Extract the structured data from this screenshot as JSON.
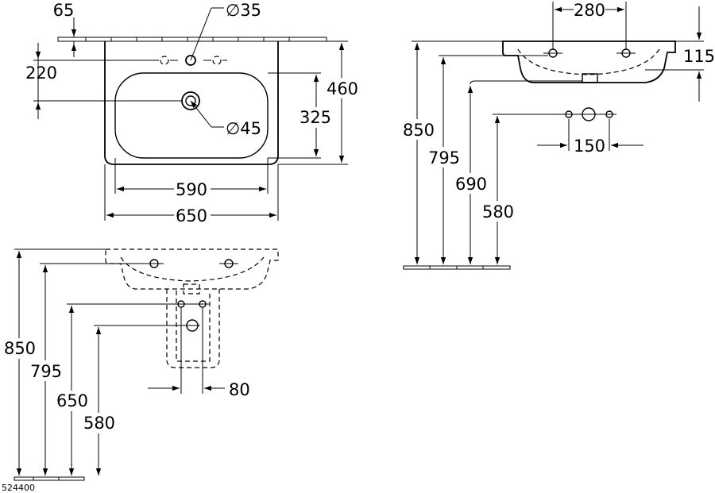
{
  "drawing": {
    "code": "524400",
    "top_view": {
      "tap_hole_offset": "65",
      "tap_hole_diameter": "∅35",
      "waste_diameter": "∅45",
      "tap_to_waste": "220",
      "depth_total": "460",
      "bowl_depth": "325",
      "bowl_width": "590",
      "basin_width": "650"
    },
    "side_view_right": {
      "hole_spacing_top": "280",
      "basin_height": "115",
      "rim_height": "850",
      "overflow_height": "795",
      "waste_height": "690",
      "fixing_height": "580",
      "hole_spacing_150": "150"
    },
    "front_view_pedestal": {
      "rim_height": "850",
      "overflow_height": "795",
      "pedestal_holes_height": "650",
      "fixing_height": "580",
      "hole_spacing_80": "80"
    }
  }
}
